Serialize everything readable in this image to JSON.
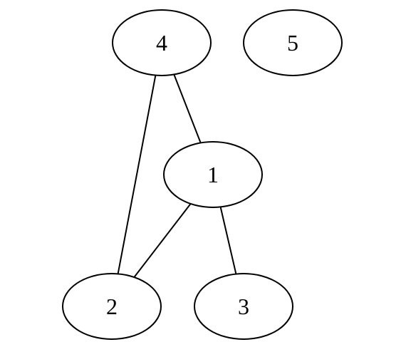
{
  "graph": {
    "nodes": [
      {
        "id": "4",
        "label": "4"
      },
      {
        "id": "5",
        "label": "5"
      },
      {
        "id": "1",
        "label": "1"
      },
      {
        "id": "2",
        "label": "2"
      },
      {
        "id": "3",
        "label": "3"
      }
    ],
    "edges": [
      {
        "from": "4",
        "to": "1"
      },
      {
        "from": "4",
        "to": "2"
      },
      {
        "from": "1",
        "to": "2"
      },
      {
        "from": "1",
        "to": "3"
      }
    ]
  },
  "colors": {
    "stroke": "#000000",
    "fill": "#ffffff",
    "background": "#ffffff"
  }
}
